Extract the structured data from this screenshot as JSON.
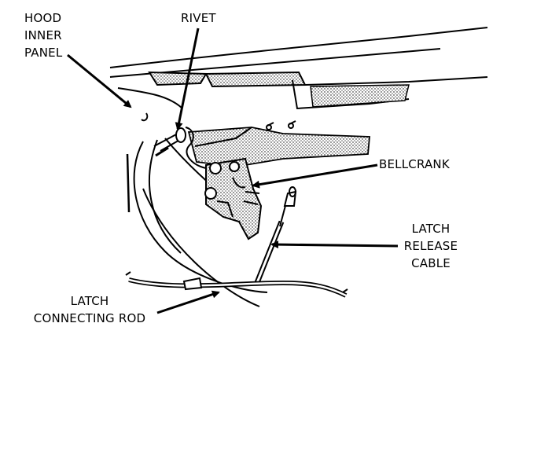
{
  "labels": {
    "hood_inner_panel": [
      "HOOD",
      "INNER",
      "PANEL"
    ],
    "rivet": "RIVET",
    "bellcrank": "BELLCRANK",
    "latch_release_cable": [
      "LATCH",
      "RELEASE",
      "CABLE"
    ],
    "latch_connecting_rod": [
      "LATCH",
      "CONNECTING ROD"
    ]
  },
  "colors": {
    "ink": "#000000",
    "paper": "#ffffff",
    "stipple": "#9a9a9a"
  }
}
